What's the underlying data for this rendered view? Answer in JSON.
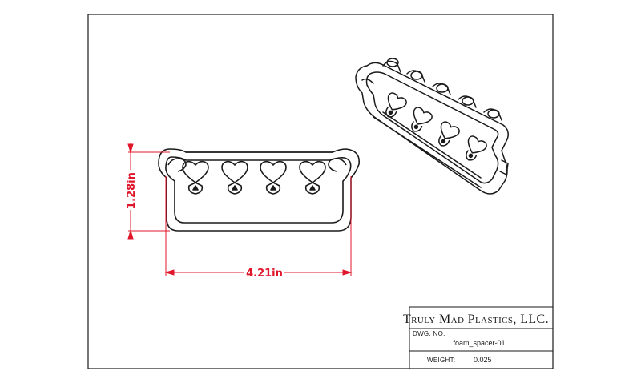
{
  "drawing": {
    "part_name": "foam spacer (heart cavities)",
    "dimensions": {
      "width": "4.21in",
      "height": "1.28in"
    }
  },
  "title_block": {
    "company": "Truly Mad Plastics, LLC.",
    "dwg_no_label": "DWG.  NO.",
    "dwg_no_value": "foam_spacer-01",
    "weight_label": "WEIGHT:",
    "weight_value": "0.025"
  },
  "colors": {
    "line": "#1a1a1a",
    "dimension": "#e0162b",
    "paper": "#ffffff"
  }
}
